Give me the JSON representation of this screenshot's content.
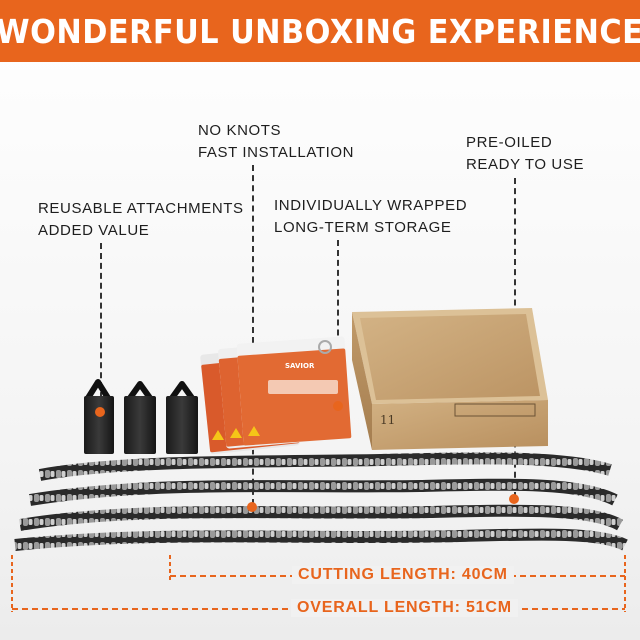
{
  "banner": {
    "title": "WONDERFUL UNBOXING EXPERIENCE"
  },
  "callouts": {
    "attachments": {
      "line1": "REUSABLE ATTACHMENTS",
      "line2": "ADDED VALUE"
    },
    "knots": {
      "line1": "NO KNOTS",
      "line2": "FAST INSTALLATION"
    },
    "wrapped": {
      "line1": "INDIVIDUALLY WRAPPED",
      "line2": "LONG-TERM STORAGE"
    },
    "oiled": {
      "line1": "PRE-OILED",
      "line2": "READY TO USE"
    }
  },
  "product": {
    "box_marking": "11",
    "pack_brand": "SAVIOR"
  },
  "dimensions": {
    "cutting": "CUTTING LENGTH: 40CM",
    "overall": "OVERALL LENGTH: 51CM"
  },
  "colors": {
    "accent": "#e8651d",
    "text": "#1e1e1e",
    "box": "#c9a577"
  }
}
